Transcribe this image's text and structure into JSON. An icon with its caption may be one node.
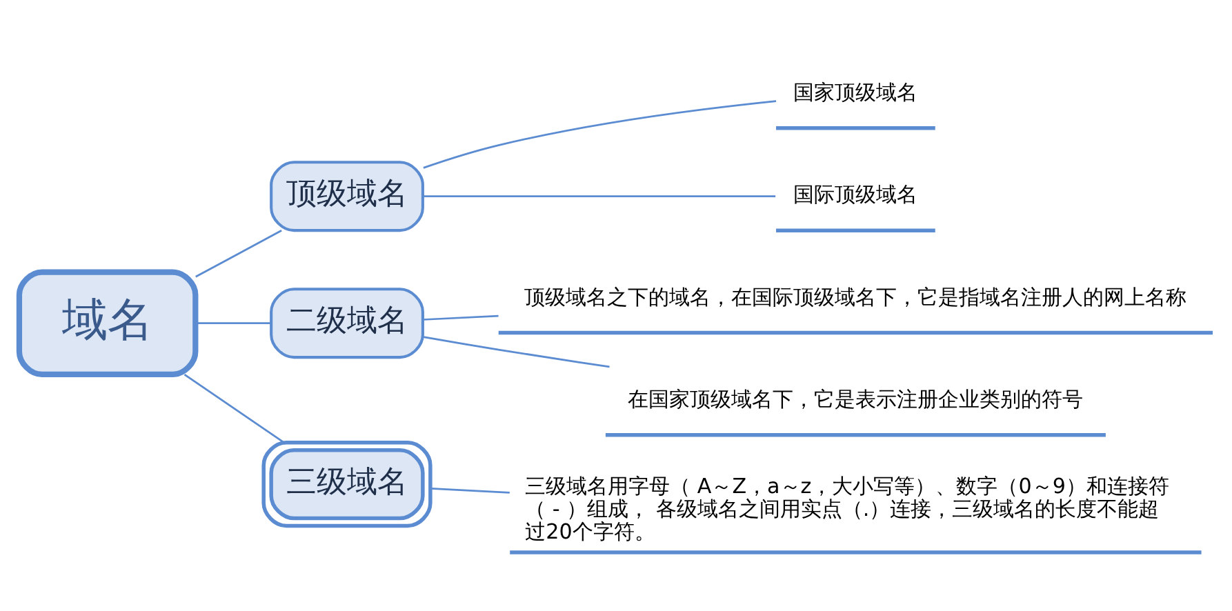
{
  "diagram": {
    "nodes": [
      {
        "text": [
          "域名"
        ]
      },
      {
        "text": [
          "顶级域名"
        ]
      },
      {
        "text": [
          "国家顶级域名"
        ]
      },
      {
        "text": [
          "国际顶级域名"
        ]
      },
      {
        "text": [
          "二级域名"
        ]
      },
      {
        "text": [
          "顶级域名之下的域名，在国际顶级域名下，它是指域名注册人的网上名称"
        ]
      },
      {
        "text": [
          "在国家顶级域名下，它是表示注册企业类别的符号"
        ]
      },
      {
        "text": [
          "三级域名"
        ]
      },
      {
        "text": [
          "三级域名用字母（ A～Z，a～z，大小写等）、数字（0～9）和连接符（ - ）组成， 各级域名之间用实点（.）连接，三级域名的长度不能超过20个字符。"
        ]
      }
    ],
    "edges": [
      {
        "from": 0,
        "to": 1,
        "arrow": "none"
      },
      {
        "from": 1,
        "to": 2,
        "arrow": "none"
      },
      {
        "from": 1,
        "to": 3,
        "arrow": "none"
      },
      {
        "from": 0,
        "to": 4,
        "arrow": "none"
      },
      {
        "from": 4,
        "to": 5,
        "arrow": "none"
      },
      {
        "from": 4,
        "to": 6,
        "arrow": "none"
      },
      {
        "from": 0,
        "to": 7,
        "arrow": "none"
      },
      {
        "from": 7,
        "to": 8,
        "arrow": "none"
      }
    ]
  }
}
